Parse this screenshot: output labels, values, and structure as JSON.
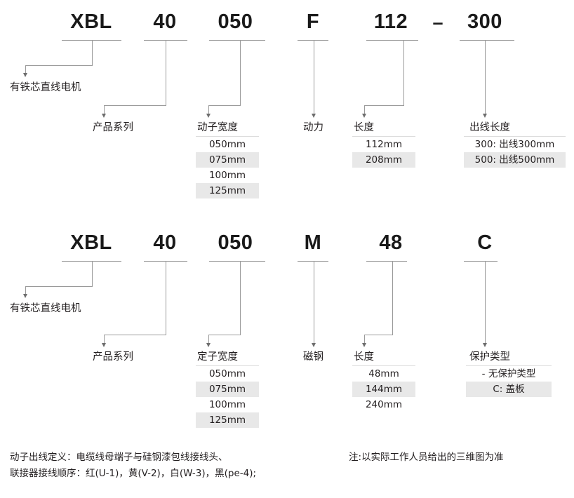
{
  "diagrams": [
    {
      "id": "mover-code",
      "code": {
        "tokens": [
          "XBL",
          "40",
          "050",
          "F",
          "112",
          "300"
        ],
        "separator": "–",
        "separator_after_index": 4
      },
      "fields": [
        {
          "label": "有铁芯直线电机",
          "options": []
        },
        {
          "label": "产品系列",
          "options": []
        },
        {
          "label": "动子宽度",
          "options": [
            "050mm",
            "075mm",
            "100mm",
            "125mm"
          ]
        },
        {
          "label": "动力",
          "options": []
        },
        {
          "label": "长度",
          "options": [
            "112mm",
            "208mm"
          ]
        },
        {
          "label": "出线长度",
          "options": [
            "300: 出线300mm",
            "500: 出线500mm"
          ]
        }
      ]
    },
    {
      "id": "stator-code",
      "code": {
        "tokens": [
          "XBL",
          "40",
          "050",
          "M",
          "48",
          "C"
        ],
        "separator": "",
        "separator_after_index": -1
      },
      "fields": [
        {
          "label": "有铁芯直线电机",
          "options": []
        },
        {
          "label": "产品系列",
          "options": []
        },
        {
          "label": "定子宽度",
          "options": [
            "050mm",
            "075mm",
            "100mm",
            "125mm"
          ]
        },
        {
          "label": "磁钢",
          "options": []
        },
        {
          "label": "长度",
          "options": [
            "48mm",
            "144mm",
            "240mm"
          ]
        },
        {
          "label": "保护类型",
          "options": [
            "- 无保护类型",
            "C: 盖板"
          ]
        }
      ]
    }
  ],
  "notes": {
    "left_line_1": "动子出线定义：电缆线母端子与硅钢漆包线接线头、",
    "left_line_2": "联接器接线顺序：红(U-1)，黄(V-2)，白(W-3)，黑(pe-4);",
    "right_line_1": "注:以实际工作人员给出的三维图为准"
  },
  "colors": {
    "text": "#231f20",
    "line": "#9a9a9a",
    "row_shade": "#e8e8e8",
    "rule": "#dcdcdc"
  }
}
